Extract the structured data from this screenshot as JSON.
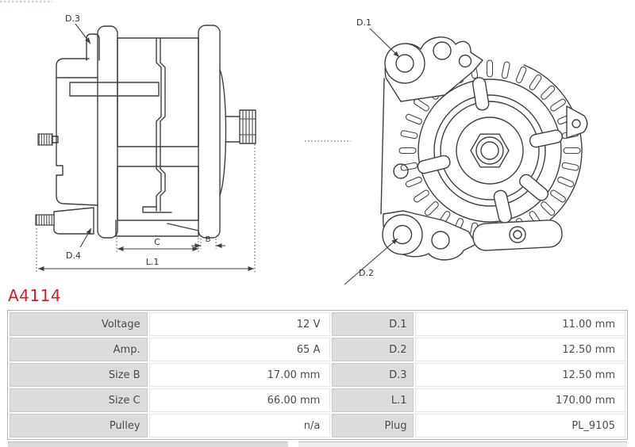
{
  "part": {
    "number": "A4114"
  },
  "drawing": {
    "side_labels": {
      "d3": "D.3",
      "d4": "D.4",
      "c": "C",
      "b": "B",
      "l1": "L.1"
    },
    "front_labels": {
      "d1": "D.1",
      "d2": "D.2"
    }
  },
  "spec_table": {
    "rows": [
      {
        "label1": "Voltage",
        "value1": "12 V",
        "label2": "D.1",
        "value2": "11.00 mm"
      },
      {
        "label1": "Amp.",
        "value1": "65 A",
        "label2": "D.2",
        "value2": "12.50 mm"
      },
      {
        "label1": "Size B",
        "value1": "17.00 mm",
        "label2": "D.3",
        "value2": "12.50 mm"
      },
      {
        "label1": "Size C",
        "value1": "66.00 mm",
        "label2": "L.1",
        "value2": "170.00 mm"
      },
      {
        "label1": "Pulley",
        "value1": "n/a",
        "label2": "Plug",
        "value2": "PL_9105"
      }
    ]
  },
  "colors": {
    "part_number": "#cb2227",
    "table_label_bg": "#dcdcdc",
    "line_art": "#3f3f3f"
  }
}
